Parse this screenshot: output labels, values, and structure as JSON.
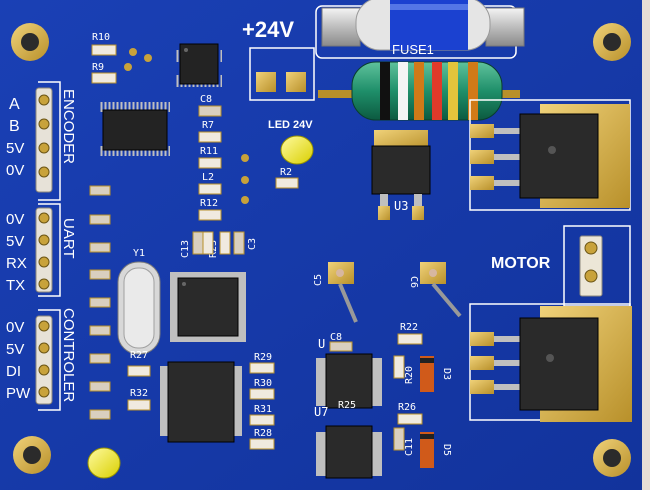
{
  "board": {
    "colors": {
      "board": "#1437a8",
      "board_dark": "#0f2b8a",
      "silkscreen": "#ffffff",
      "copper": "#c9a12e",
      "background": "#e6ddd6"
    },
    "power_label": "+24V",
    "fuse_label": "FUSE1",
    "led_label": "LED 24V",
    "motor_label": "MOTOR",
    "sections": {
      "encoder": {
        "title": "ENCODER",
        "pins": [
          "A",
          "B",
          "5V",
          "0V"
        ]
      },
      "uart": {
        "title": "UART",
        "pins": [
          "0V",
          "5V",
          "RX",
          "TX"
        ]
      },
      "controler": {
        "title": "CONTROLER",
        "pins": [
          "0V",
          "5V",
          "DI",
          "PW"
        ]
      }
    },
    "designators": {
      "r10": "R10",
      "r9": "R9",
      "c8a": "C8",
      "r7": "R7",
      "r11": "R11",
      "l2": "L2",
      "r12": "R12",
      "r2": "R2",
      "y1": "Y1",
      "c13": "C13",
      "r23": "R23",
      "c3": "C3",
      "u3": "U3",
      "c5": "C5",
      "c6": "C6",
      "r27": "R27",
      "r32": "R32",
      "r29": "R29",
      "r30": "R30",
      "r31": "R31",
      "r28": "R28",
      "c8b": "C8",
      "r22": "R22",
      "r20": "R20",
      "d3": "D3",
      "u7": "U7",
      "r25": "R25",
      "r26": "R26",
      "c11": "C11",
      "d5": "D5",
      "u": "U"
    }
  }
}
